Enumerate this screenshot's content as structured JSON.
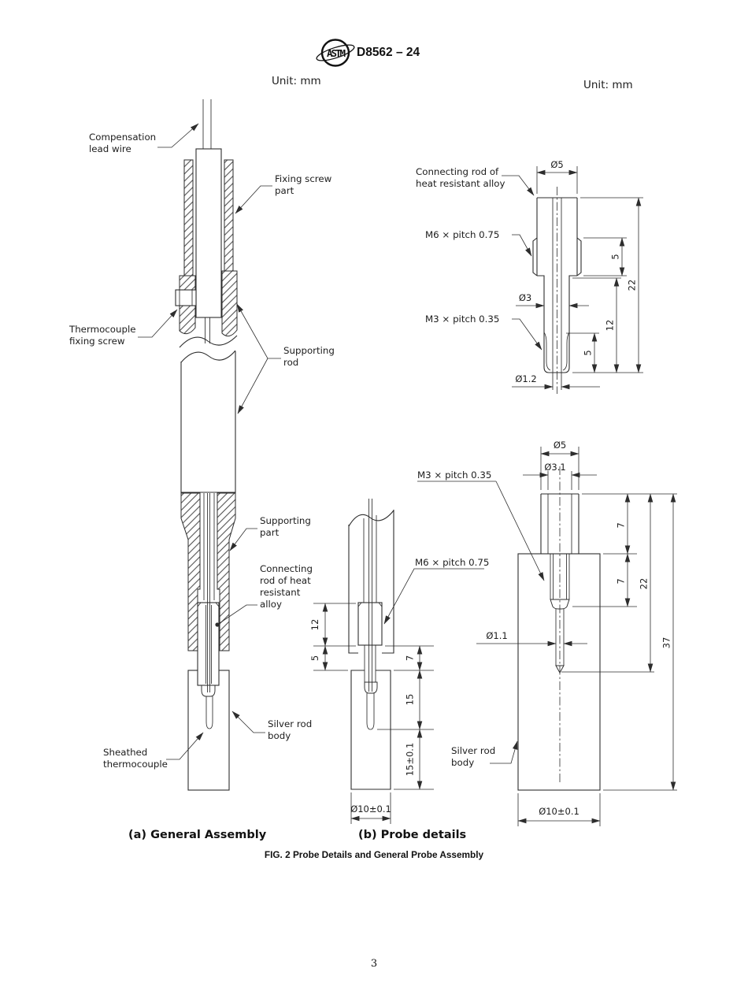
{
  "header": {
    "logo": "ASTM",
    "designation": "D8562 – 24"
  },
  "units": {
    "left": "Unit: mm",
    "right": "Unit: mm"
  },
  "captions": {
    "a": "(a) General Assembly",
    "b": "(b) Probe details",
    "fig": "FIG. 2 Probe Details and General Probe Assembly"
  },
  "page_number": "3",
  "assembly": {
    "compensation": "Compensation\nlead wire",
    "fixing_screw": "Fixing screw\npart",
    "tc_screw": "Thermocouple\nfixing screw",
    "supporting_rod": "Supporting\nrod",
    "supporting_part": "Supporting\npart",
    "connecting_rod": "Connecting\nrod of heat\nresistant\nalloy",
    "silver_rod": "Silver rod\nbody",
    "sheathed": "Sheathed\nthermocouple"
  },
  "probe": {
    "m6": "M6 × pitch 0.75",
    "dim12": "12",
    "dim5": "5",
    "dim7": "7",
    "dim15": "15",
    "dim15t": "15±0.1",
    "dia10": "Ø10±0.1"
  },
  "rod_detail": {
    "label": "Connecting rod of\nheat resistant alloy",
    "m6": "M6 × pitch 0.75",
    "m3": "M3 × pitch 0.35",
    "dia5": "Ø5",
    "dia3": "Ø3",
    "dia12": "Ø1.2",
    "dim5a": "5",
    "dim22": "22",
    "dim12": "12",
    "dim5b": "5"
  },
  "body_detail": {
    "m3": "M3 × pitch 0.35",
    "silver_rod": "Silver rod\nbody",
    "dia5": "Ø5",
    "dia31": "Ø3.1",
    "dia11": "Ø1.1",
    "dia10": "Ø10±0.1",
    "dim7a": "7",
    "dim7b": "7",
    "dim22": "22",
    "dim37": "37"
  }
}
